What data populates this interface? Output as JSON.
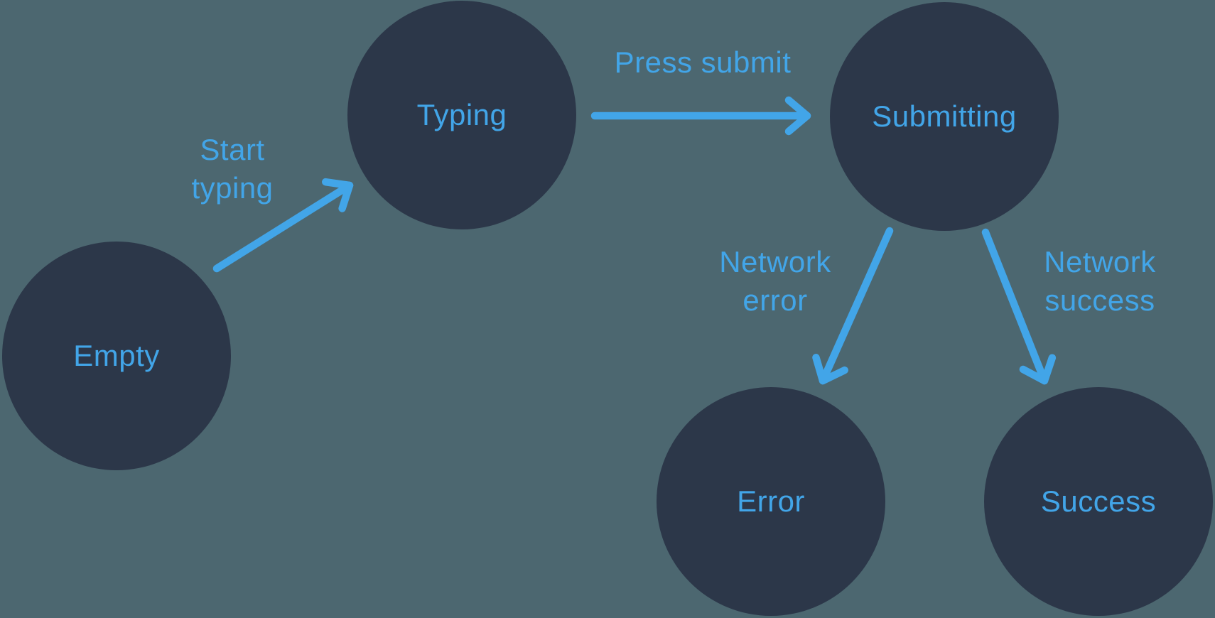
{
  "diagram": {
    "type": "state-machine",
    "colors": {
      "background": "#4C6770",
      "state_fill": "#2C3749",
      "accent_blue": "#42A5E8"
    },
    "states": [
      {
        "id": "empty",
        "label": "Empty"
      },
      {
        "id": "typing",
        "label": "Typing"
      },
      {
        "id": "submitting",
        "label": "Submitting"
      },
      {
        "id": "error",
        "label": "Error"
      },
      {
        "id": "success",
        "label": "Success"
      }
    ],
    "transitions": [
      {
        "id": "start-typing",
        "from": "empty",
        "to": "typing",
        "label": "Start typing",
        "lines": [
          "Start",
          "typing"
        ]
      },
      {
        "id": "press-submit",
        "from": "typing",
        "to": "submitting",
        "label": "Press submit",
        "lines": [
          "Press submit"
        ]
      },
      {
        "id": "network-error",
        "from": "submitting",
        "to": "error",
        "label": "Network error",
        "lines": [
          "Network",
          "error"
        ]
      },
      {
        "id": "network-success",
        "from": "submitting",
        "to": "success",
        "label": "Network success",
        "lines": [
          "Network",
          "success"
        ]
      }
    ]
  }
}
